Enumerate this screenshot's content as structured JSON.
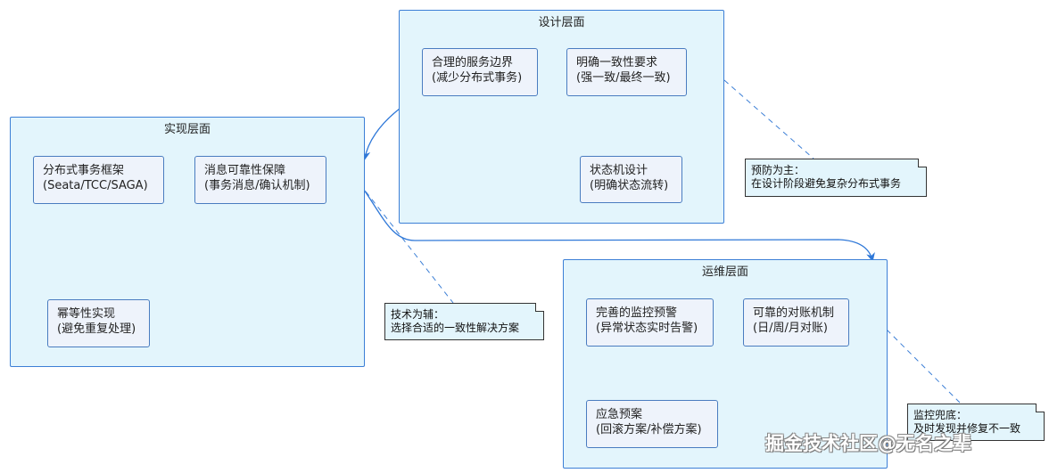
{
  "packages": {
    "design": {
      "title": "设计层面",
      "nodes": [
        {
          "line1": "合理的服务边界",
          "line2": "(减少分布式事务)"
        },
        {
          "line1": "明确一致性要求",
          "line2": "(强一致/最终一致)"
        },
        {
          "line1": "状态机设计",
          "line2": "(明确状态流转)"
        }
      ]
    },
    "implementation": {
      "title": "实现层面",
      "nodes": [
        {
          "line1": "分布式事务框架",
          "line2": "(Seata/TCC/SAGA)"
        },
        {
          "line1": "消息可靠性保障",
          "line2": "(事务消息/确认机制)"
        },
        {
          "line1": "幂等性实现",
          "line2": "(避免重复处理)"
        }
      ]
    },
    "operations": {
      "title": "运维层面",
      "nodes": [
        {
          "line1": "完善的监控预警",
          "line2": "(异常状态实时告警)"
        },
        {
          "line1": "可靠的对账机制",
          "line2": "(日/周/月对账)"
        },
        {
          "line1": "应急预案",
          "line2": "(回滚方案/补偿方案)"
        }
      ]
    }
  },
  "notes": {
    "design": {
      "line1": "预防为主：",
      "line2": "在设计阶段避免复杂分布式事务"
    },
    "implementation": {
      "line1": "技术为辅：",
      "line2": "选择合适的一致性解决方案"
    },
    "operations": {
      "line1": "监控兜底：",
      "line2": "及时发现并修复不一致"
    }
  },
  "colors": {
    "accent": "#3c7fd6",
    "package_fill": "#e3f5fc",
    "node_fill": "#eef3fb"
  },
  "watermark": "掘金技术社区@无名之辈"
}
